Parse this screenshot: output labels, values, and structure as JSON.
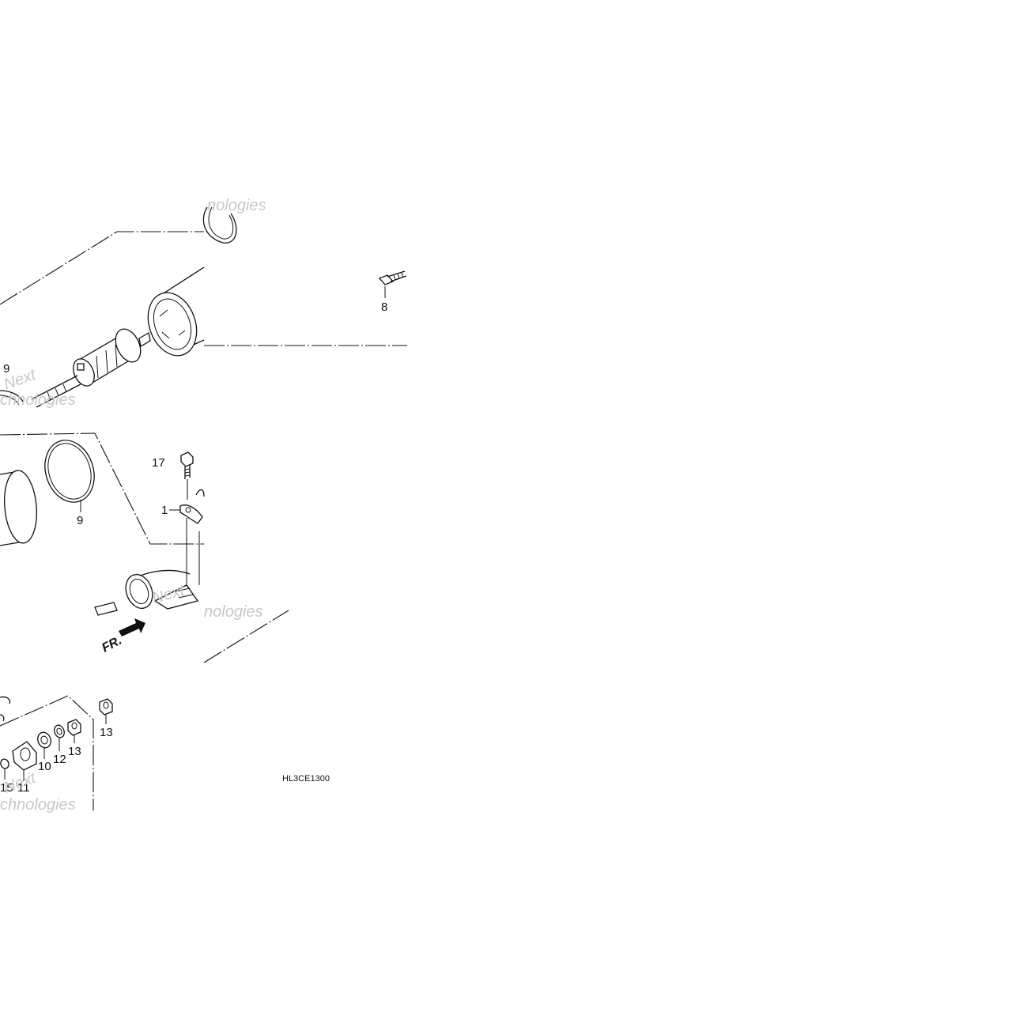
{
  "diagram": {
    "code": "HL3CE1300",
    "front_label": "FR.",
    "callouts": {
      "c1": "1",
      "c8": "8",
      "c9a": "9",
      "c9b": "9",
      "c10": "10",
      "c11": "11",
      "c12": "12",
      "c13a": "13",
      "c13b": "13",
      "c15": "15",
      "c17": "17"
    },
    "watermark": {
      "w1": "nologies",
      "w2": "Next",
      "w3": "chnologies",
      "w4": "Next",
      "w5": "nologies",
      "w6": "Next",
      "w7": "chnologies"
    }
  }
}
